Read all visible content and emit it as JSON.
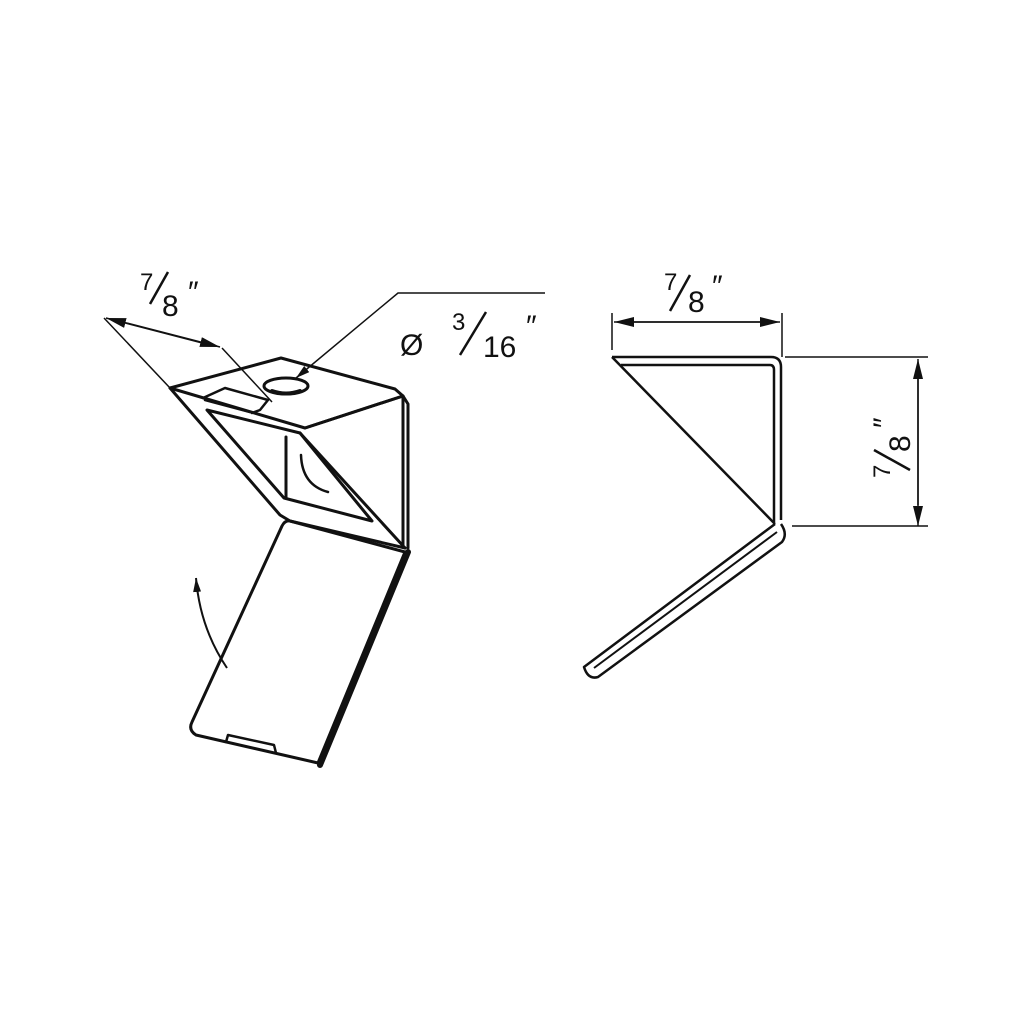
{
  "title": "Folding corner bracket – technical drawing",
  "colors": {
    "line": "#111111",
    "background": "#ffffff"
  },
  "isometric_view": {
    "width_dim": {
      "numerator": "7",
      "denominator": "8",
      "unit": "″",
      "label": "7/8″"
    },
    "hole_dim": {
      "symbol": "Ø",
      "numerator": "3",
      "denominator": "16",
      "unit": "″",
      "label": "Ø 3/16″"
    },
    "fold_arrow": "rotate-arrow"
  },
  "side_view": {
    "width_dim": {
      "numerator": "7",
      "denominator": "8",
      "unit": "″",
      "label": "7/8″"
    },
    "height_dim": {
      "numerator": "7",
      "denominator": "8",
      "unit": "″",
      "label": "7/8″"
    }
  }
}
